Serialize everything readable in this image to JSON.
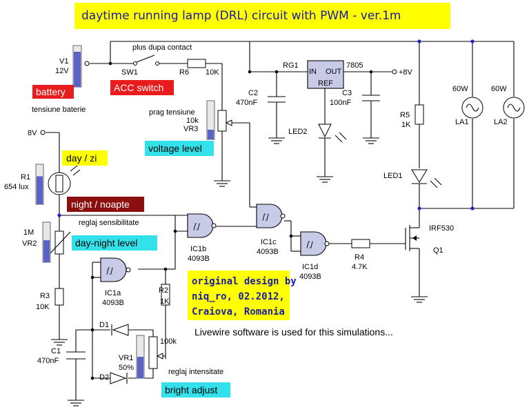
{
  "title": "daytime running lamp (DRL) circuit with PWM - ver.1m",
  "tags": {
    "battery": "battery",
    "acc_switch": "ACC switch",
    "voltage_level": "voltage level",
    "day": "day / zi",
    "night": "night / noapte",
    "day_night_level": "day-night level",
    "bright_adjust": "bright adjust"
  },
  "credits": {
    "line1": "original design by",
    "line2": "niq_ro, 02.2012,",
    "line3": "Craiova, Romania",
    "software": "Livewire software is used for this simulations..."
  },
  "labels": {
    "v1_name": "V1",
    "v1_value": "12V",
    "battery_sub": "tensiune baterie",
    "plus_contact": "plus dupa contact",
    "sw1": "SW1",
    "r6": "R6",
    "r6_value": "10K",
    "rg1": "RG1",
    "reg_in": "IN",
    "reg_out": "OUT",
    "reg_ref": "REF",
    "reg_part": "7805",
    "vout": "+8V",
    "c2": "C2",
    "c2_value": "470nF",
    "c3": "C3",
    "c3_value": "100nF",
    "led2": "LED2",
    "r5": "R5",
    "r5_value": "1K",
    "led1": "LED1",
    "la1_power": "60W",
    "la1": "LA1",
    "la2_power": "60W",
    "la2": "LA2",
    "prag": "prag tensiune",
    "vr3_value": "10k",
    "vr3": "VR3",
    "v8": "8V",
    "r1": "R1",
    "r1_value": "654 lux",
    "vr2_value": "1M",
    "vr2": "VR2",
    "reglaj_sens": "reglaj sensibilitate",
    "ic1b": "IC1b",
    "ic1b_part": "4093B",
    "ic1c": "IC1c",
    "ic1c_part": "4093B",
    "ic1d": "IC1d",
    "ic1d_part": "4093B",
    "ic1a": "IC1a",
    "ic1a_part": "4093B",
    "r4": "R4",
    "r4_value": "4.7K",
    "q1_part": "IRF530",
    "q1": "Q1",
    "r3": "R3",
    "r3_value": "10K",
    "r2": "R2",
    "r2_value": "1K",
    "c1": "C1",
    "c1_value": "470nF",
    "d1": "D1",
    "d2": "D2",
    "vr1": "VR1",
    "vr1_percent": "50%",
    "vr1_value": "100k",
    "reglaj_int": "reglaj intensitate"
  },
  "sliders": {
    "v1_level": 0.85,
    "vr3_level": 0.25,
    "r1_level": 0.7,
    "vr2_level": 0.55,
    "vr1_level": 0.5
  },
  "colors": {
    "title_bg": "#ffff00",
    "title_text": "#1a1aa8",
    "battery_tag": "#e81c1c",
    "acc_tag": "#e81c1c",
    "voltage_tag": "#33e1ea",
    "day_tag": "#ffff00",
    "night_tag": "#8b0f0f",
    "daynight_tag": "#33e1ea",
    "bright_tag": "#33e1ea",
    "credits_bg": "#ffff00",
    "gate_fill": "#c8cbe8",
    "slider_fill": "#5a62c8"
  }
}
